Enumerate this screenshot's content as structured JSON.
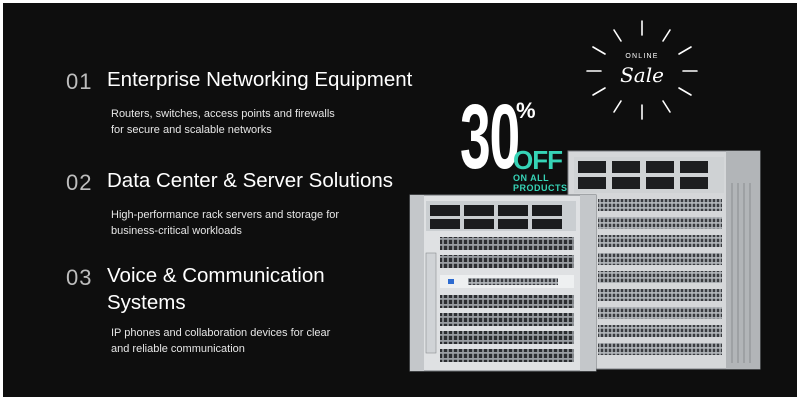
{
  "features": [
    {
      "number": "01",
      "title_lines": [
        "Enterprise Networking Equipment"
      ],
      "description_lines": [
        "Routers, switches, access points and firewalls",
        "for secure and scalable networks"
      ]
    },
    {
      "number": "02",
      "title_lines": [
        "Data Center & Server Solutions"
      ],
      "description_lines": [
        "High-performance rack servers and storage for",
        "business-critical workloads"
      ]
    },
    {
      "number": "03",
      "title_lines": [
        "Voice & Communication",
        "Systems"
      ],
      "description_lines": [
        "IP phones and collaboration devices for clear",
        "and reliable communication"
      ]
    }
  ],
  "sale_badge": {
    "small_text": "ONLINE",
    "main_text": "Sale"
  },
  "promo": {
    "amount": "30",
    "percent_sign": "%",
    "off_text": "OFF",
    "sub_text_lines": [
      "ON ALL",
      "PRODUCTS"
    ]
  },
  "colors": {
    "background": "#0e0e0e",
    "accent": "#36d3b6",
    "text": "#ffffff",
    "number": "#bdbdbd"
  },
  "image": {
    "subject": "network-switch-chassis-image"
  }
}
